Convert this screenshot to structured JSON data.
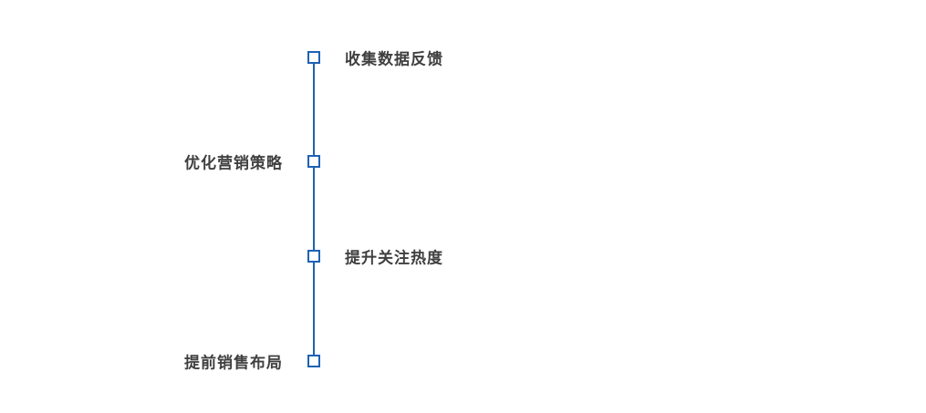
{
  "colors": {
    "bg": "#ffffff",
    "line": "#1e62b4",
    "nodefill": "#ffffff",
    "label": "#3f3f3f"
  },
  "timeline": {
    "items": [
      {
        "label": "收集数据反馈",
        "side": "right"
      },
      {
        "label": "优化营销策略",
        "side": "left"
      },
      {
        "label": "提升关注热度",
        "side": "right"
      },
      {
        "label": "提前销售布局",
        "side": "left"
      }
    ]
  }
}
